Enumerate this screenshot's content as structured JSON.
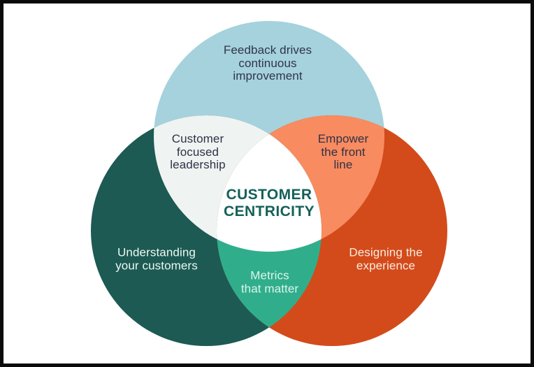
{
  "frame": {
    "border_color": "#0b0b0b",
    "background_color": "#ffffff"
  },
  "diagram_type": "venn-3-circles",
  "center_label": {
    "lines": [
      "CUSTOMER",
      "CENTRICITY"
    ],
    "text_color": "#136158",
    "background_color": "#ffffff"
  },
  "circles": {
    "top": {
      "label_lines": [
        "Feedback drives",
        "continuous",
        "improvement"
      ],
      "color": "#a5d2dc",
      "text_color": "#31344a"
    },
    "left": {
      "label_lines": [
        "Understanding",
        "your customers"
      ],
      "color": "#1c5a53",
      "text_color": "#eef8f4"
    },
    "right": {
      "label_lines": [
        "Designing the",
        "experience"
      ],
      "color": "#d34b1b",
      "text_color": "#fcebe0"
    }
  },
  "intersections": {
    "top_left": {
      "label_lines": [
        "Customer",
        "focused",
        "leadership"
      ],
      "color": "#eff3f1",
      "text_color": "#303245"
    },
    "top_right": {
      "label_lines": [
        "Empower",
        "the front",
        "line"
      ],
      "color": "#f88b60",
      "text_color": "#303245"
    },
    "left_right": {
      "label_lines": [
        "Metrics",
        "that matter"
      ],
      "color": "#30ae8c",
      "text_color": "#ddf4ec"
    },
    "center": {
      "color": "#ffffff"
    }
  }
}
